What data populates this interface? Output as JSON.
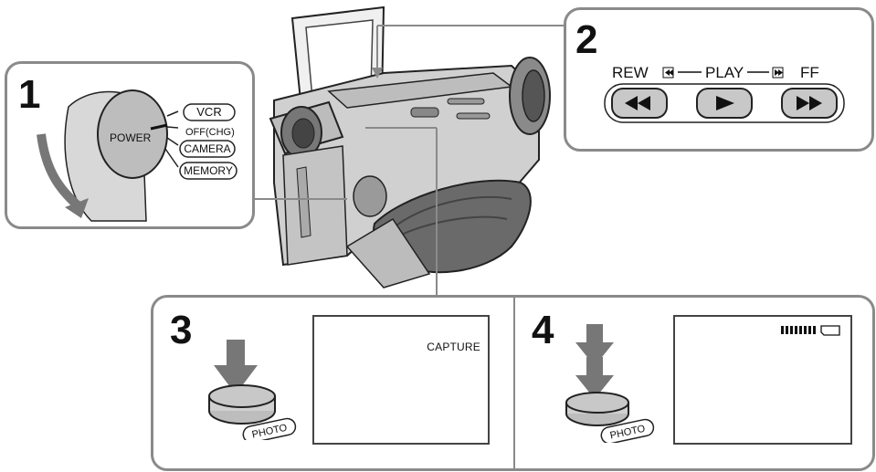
{
  "steps": {
    "s1": "1",
    "s2": "2",
    "s3": "3",
    "s4": "4"
  },
  "power_dial": {
    "label": "POWER",
    "positions": [
      "VCR",
      "OFF(CHG)",
      "CAMERA",
      "MEMORY"
    ]
  },
  "tape_controls": {
    "rew_label": "REW",
    "play_label": "PLAY",
    "ff_label": "FF"
  },
  "photo_button_label": "PHOTO",
  "screen3_text": "CAPTURE",
  "colors": {
    "panel_border": "#8a8a8a",
    "arrow_grey": "#777777",
    "button_fill": "#c8c8c8"
  }
}
